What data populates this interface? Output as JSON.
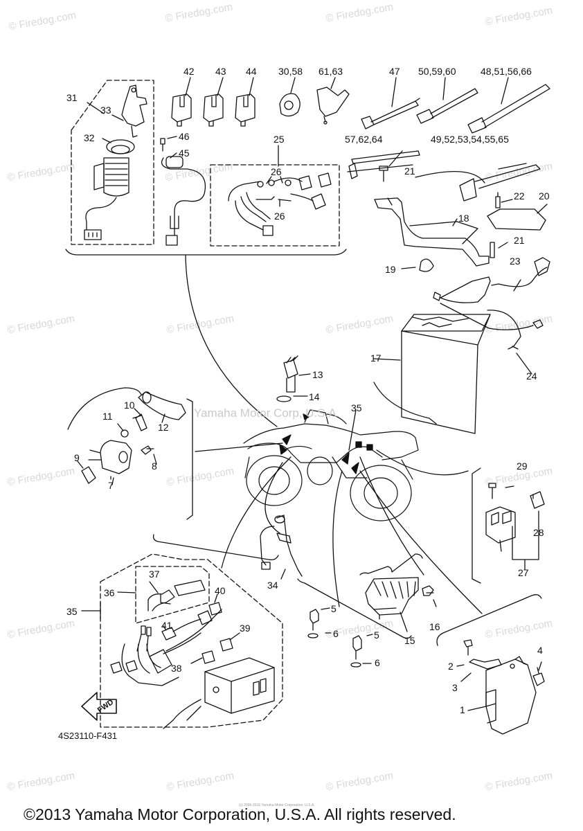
{
  "watermark": "© Firedog.com",
  "middle_watermark": "Yamaha Motor Corp, U.S.A.",
  "diagram_code": "4S23110-F431",
  "copyright": "©2013 Yamaha Motor Corporation, U.S.A. All rights reserved.",
  "tiny_note": "(c) 2005-2015 Yamaha Motor Corporation, U.S.A.",
  "fwd_label": "FWD",
  "callouts": {
    "c42": "42",
    "c43": "43",
    "c44": "44",
    "c30_58": "30,58",
    "c61_63": "61,63",
    "c47": "47",
    "c50_59_60": "50,59,60",
    "c48_51_56_66": "48,51,56,66",
    "c31": "31",
    "c33": "33",
    "c32": "32",
    "c46": "46",
    "c45": "45",
    "c25": "25",
    "c26a": "26",
    "c26b": "26",
    "c57_62_64": "57,62,64",
    "c21a": "21",
    "c49_52": "49,52,53,54,55,65",
    "c22": "22",
    "c20": "20",
    "c18": "18",
    "c21b": "21",
    "c19": "19",
    "c23": "23",
    "c17": "17",
    "c24": "24",
    "c13": "13",
    "c14": "14",
    "c35a": "35",
    "c10": "10",
    "c11": "11",
    "c12": "12",
    "c9": "9",
    "c7": "7",
    "c8": "8",
    "c29": "29",
    "c28": "28",
    "c27": "27",
    "c37": "37",
    "c36": "36",
    "c40": "40",
    "c34": "34",
    "c35b": "35",
    "c41": "41",
    "c39": "39",
    "c38": "38",
    "c5a": "5",
    "c6a": "6",
    "c5b": "5",
    "c6b": "6",
    "c15": "15",
    "c16": "16",
    "c2": "2",
    "c3": "3",
    "c1": "1",
    "c4": "4"
  }
}
